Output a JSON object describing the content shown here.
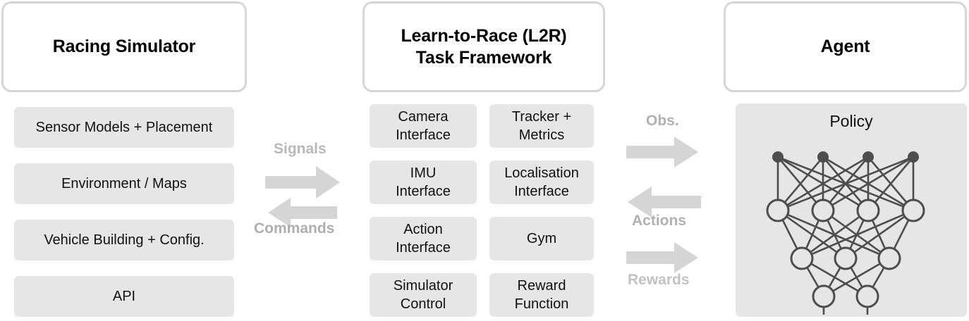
{
  "columns": {
    "simulator": {
      "title": "Racing Simulator",
      "tiles": [
        "Sensor Models + Placement",
        "Environment / Maps",
        "Vehicle Building + Config.",
        "API"
      ]
    },
    "framework": {
      "title": "Learn-to-Race (L2R)\nTask Framework",
      "title_line1": "Learn-to-Race (L2R)",
      "title_line2": "Task Framework",
      "tiles_left": [
        "Camera\nInterface",
        "IMU\nInterface",
        "Action\nInterface",
        "Simulator\nControl"
      ],
      "tiles_right": [
        "Tracker +\nMetrics",
        "Localisation\nInterface",
        "Gym",
        "Reward\nFunction"
      ],
      "tiles_left_lines": [
        [
          "Camera",
          "Interface"
        ],
        [
          "IMU",
          "Interface"
        ],
        [
          "Action",
          "Interface"
        ],
        [
          "Simulator",
          "Control"
        ]
      ],
      "tiles_right_lines": [
        [
          "Tracker +",
          "Metrics"
        ],
        [
          "Localisation",
          "Interface"
        ],
        [
          "Gym",
          ""
        ],
        [
          "Reward",
          "Function"
        ]
      ]
    },
    "agent": {
      "title": "Agent",
      "policy_title": "Policy",
      "policy_diagram": "neural-network-icon",
      "network_layers": [
        4,
        4,
        3,
        2
      ]
    }
  },
  "arrows": {
    "left_pair": [
      {
        "label": "Signals",
        "direction": "right",
        "label_position": "above",
        "label_color": "#b9b9b9"
      },
      {
        "label": "Commands",
        "direction": "left",
        "label_position": "below",
        "label_color": "#aeaeae"
      }
    ],
    "right_group": [
      {
        "label": "Obs.",
        "direction": "right",
        "label_position": "above",
        "label_color": "#b1b1b1"
      },
      {
        "label": "Actions",
        "direction": "left",
        "label_position": "below",
        "label_color": "#b1b1b1"
      },
      {
        "label": "Rewards",
        "direction": "right",
        "label_position": "below",
        "label_color": "#c2c2c2"
      }
    ]
  },
  "colors": {
    "tile_fill": "#e6e6e6",
    "header_border": "#d6d6d6",
    "arrow_fill": "#d5d5d5",
    "node_stroke": "#4d4d4d",
    "background": "#ffffff"
  }
}
